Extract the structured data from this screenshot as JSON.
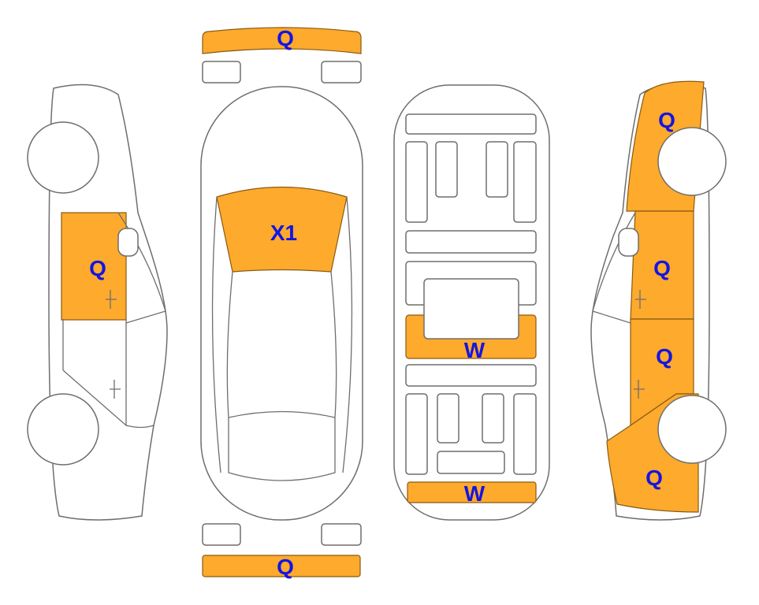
{
  "colors": {
    "damage": "#FDAA2D",
    "label": "#1515E0",
    "outline": "#6e6e6e"
  },
  "labels": {
    "front_bumper": "Q",
    "windshield": "X1",
    "left_front_door": "Q",
    "underbody_middle": "W",
    "underbody_rear": "W",
    "right_front_fender": "Q",
    "right_front_door": "Q",
    "right_rear_door": "Q",
    "right_rear_quarter": "Q",
    "rear_bumper": "Q"
  }
}
